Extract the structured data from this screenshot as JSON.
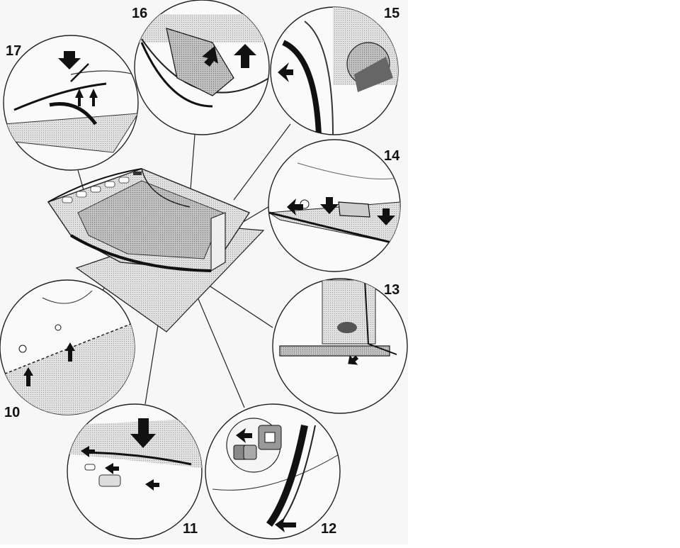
{
  "callouts": {
    "c10": "10",
    "c11": "11",
    "c12": "12",
    "c13": "13",
    "c14": "14",
    "c15": "15",
    "c16": "16",
    "c17": "17"
  },
  "colors": {
    "line": "#222222",
    "panel": "#f7f7f7",
    "shade": "#d8d8d8",
    "dark": "#555555",
    "arrow": "#111111"
  }
}
